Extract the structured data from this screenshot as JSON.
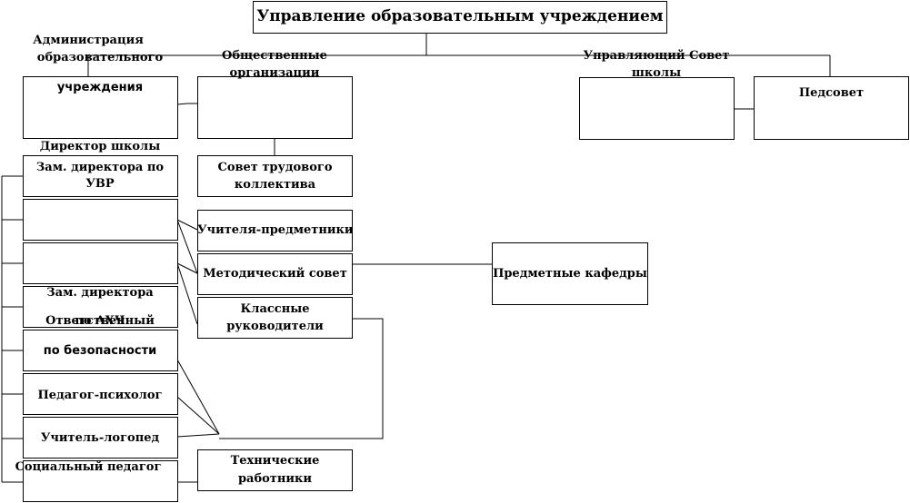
{
  "title": "Управление образовательным учреждением",
  "nodes": {
    "admin_line1": "Администрация",
    "admin_line2": "образовательного",
    "admin_line3": "учреждения",
    "public_line1": "Общественные",
    "public_line2": "организации",
    "council_line1": "Управляющий Совет",
    "council_line2": "школы",
    "pedsovet": "Педсовет",
    "director": "Директор школы",
    "zam_uvr_line1": "Зам. директора по",
    "zam_uvr_line2": "УВР",
    "work_council_line1": "Совет трудового",
    "work_council_line2": "коллектива",
    "subject_teachers": "Учителя-предметники",
    "method_council": "Методический совет",
    "subject_depts": "Предметные кафедры",
    "class_teachers_line1": "Классные",
    "class_teachers_line2": "руководители",
    "zam_ahch_line1": "Зам. директора",
    "zam_ahch_line2": "по АХЧ",
    "safety_line1": "Ответственный",
    "safety_line2": "по безопасности",
    "psychologist": "Педагог-психолог",
    "speech_therapist": "Учитель-логопед",
    "social_pedagogue": "Социальный педагог",
    "tech_staff_line1": "Технические",
    "tech_staff_line2": "работники"
  }
}
